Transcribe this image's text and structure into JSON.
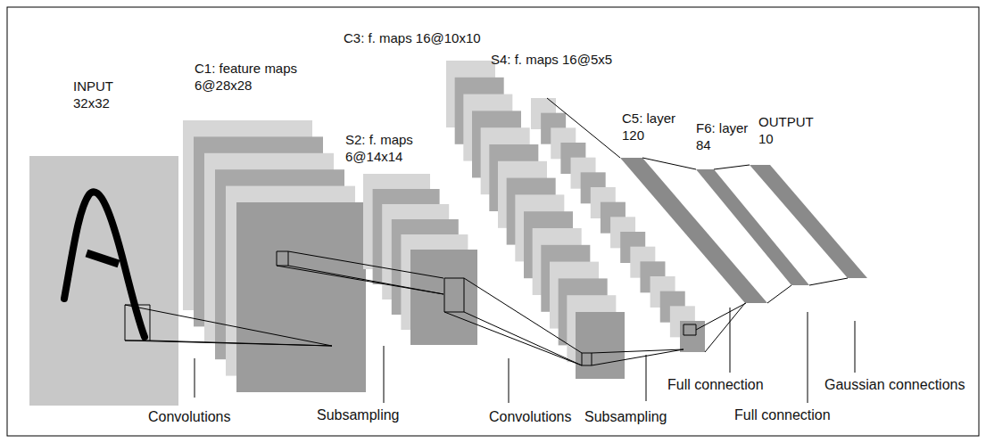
{
  "diagram": {
    "labels": [
      "INPUT 32x32",
      "C1: feature maps 6@28x28",
      "S2: f. maps 6@14x14",
      "C3: f. maps 16@10x10",
      "S4: f. maps 16@5x5",
      "C5: layer 120",
      "F6: layer 84",
      "OUTPUT 10",
      "Convolutions",
      "Subsampling",
      "Convolutions",
      "Subsampling",
      "Full connection",
      "Full connection",
      "Gaussian connections"
    ]
  }
}
